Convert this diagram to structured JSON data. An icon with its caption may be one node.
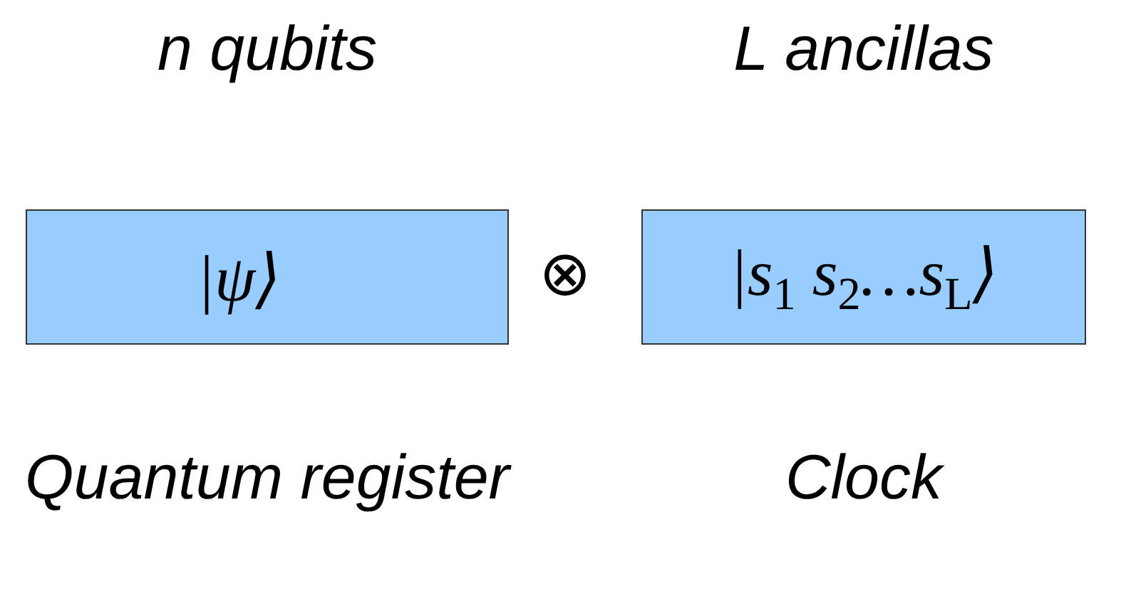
{
  "diagram": {
    "nodes": [
      {
        "text": [
          "n qubits",
          "|ψ⟩"
        ],
        "beside": [
          "Quantum register"
        ]
      },
      {
        "text": [
          "L ancillas",
          "|s$_{1}$ s$_{2}$…s$_{L}$⟩"
        ],
        "beside": [
          "Clock"
        ]
      }
    ],
    "labels": [
      "⊗"
    ]
  }
}
